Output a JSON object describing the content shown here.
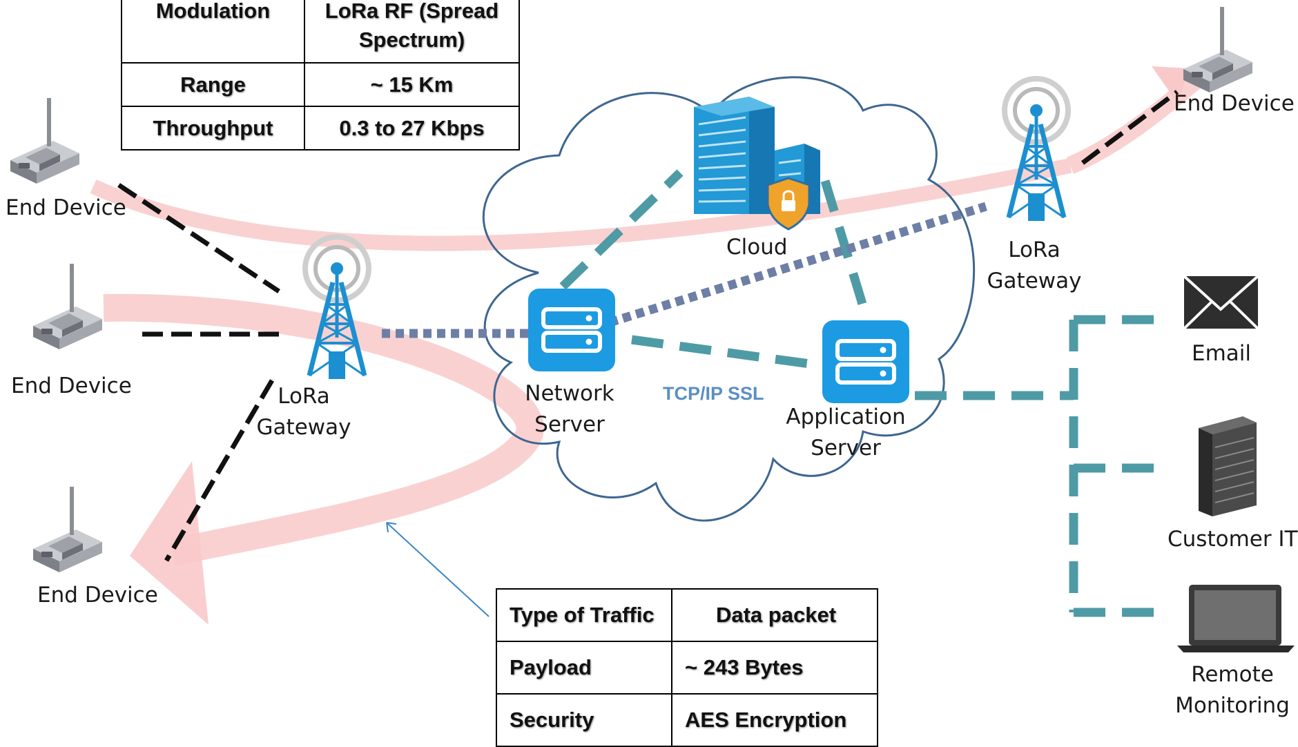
{
  "labels": {
    "end_device_top_right": "End Device",
    "end_device_left_top": "End Device",
    "end_device_left_middle": "End Device",
    "end_device_left_bottom": "End Device",
    "gateway_left": [
      "LoRa",
      "Gateway"
    ],
    "gateway_right": [
      "LoRa",
      "Gateway"
    ],
    "cloud": "Cloud",
    "network_server": [
      "Network",
      "Server"
    ],
    "application_server": [
      "Application",
      "Server"
    ],
    "protocol": "TCP/IP SSL",
    "email": "Email",
    "customer_it": "Customer IT",
    "remote_monitoring": [
      "Remote",
      "Monitoring"
    ]
  },
  "radio_table": [
    {
      "key": "Modulation",
      "value": [
        "LoRa RF (Spread",
        "Spectrum)"
      ]
    },
    {
      "key": "Range",
      "value": "~ 15 Km"
    },
    {
      "key": "Throughput",
      "value": "0.3 to 27 Kbps"
    }
  ],
  "traffic_table": [
    {
      "key": "Type of Traffic",
      "value": "Data packet"
    },
    {
      "key": "Payload",
      "value": "~ 243 Bytes"
    },
    {
      "key": "Security",
      "value": "AES Encryption"
    }
  ],
  "colors": {
    "cloud_outline": "#3e6690",
    "server_blue": "#1c9be3",
    "teal_link": "#4e9ba6",
    "dotted_link": "#6e7fa6",
    "radio_link": "#111111",
    "flow_arrow": "#f9c9c9",
    "tower": "#1c8fd0",
    "building": "#2399d6",
    "shield": "#f0a32a",
    "pointer": "#3a86c8"
  },
  "icons": {
    "end_device": "iot-device-icon",
    "gateway": "radio-tower-icon",
    "server": "server-icon",
    "cloud_building": "data-center-icon",
    "email": "envelope-icon",
    "customer_it": "server-rack-icon",
    "remote_monitoring": "laptop-icon"
  }
}
